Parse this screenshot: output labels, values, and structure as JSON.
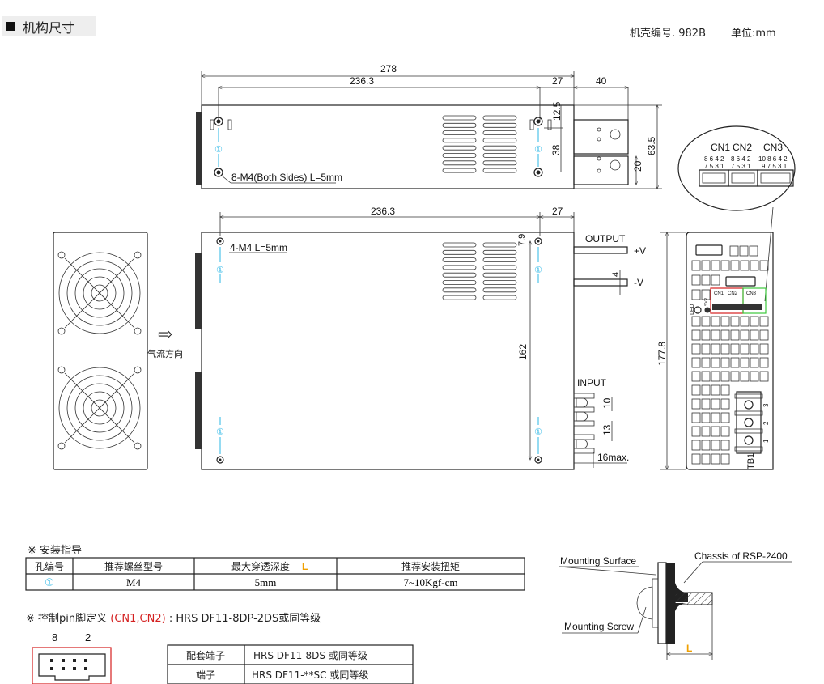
{
  "header": {
    "title": "机构尺寸",
    "case_no": "机壳编号. 982B",
    "unit": "单位:mm"
  },
  "top_view": {
    "dim_total": "278",
    "dim_holes": "236.3",
    "dim_end": "27",
    "dim_terminal": "40",
    "dim_height": "63.5",
    "dim_hole_top": "12.5",
    "dim_hole_spacing": "38",
    "dim_terminal_height": "20",
    "screw_note": "8-M4(Both Sides) L=5mm",
    "hole_marker": "①"
  },
  "fan_view": {
    "airflow_label": "气流方向",
    "arrow_icon": "⇨"
  },
  "main_view": {
    "dim_holes": "236.3",
    "dim_end": "27",
    "dim_top": "7.9",
    "dim_vertical": "162",
    "screw_note": "4-M4 L=5mm",
    "output_label": "OUTPUT",
    "plus_v": "+V",
    "minus_v": "-V",
    "dim_output": "4",
    "input_label": "INPUT",
    "dim_input_1": "10",
    "dim_input_2": "13",
    "dim_input_depth": "16max.",
    "hole_marker": "①"
  },
  "end_view": {
    "dim_height": "177.8",
    "led_label": "LED",
    "svr_label": "SVR",
    "tb_label": "TB1",
    "tb_pins": [
      "3",
      "2",
      "1"
    ],
    "cn_labels": [
      "CN1",
      "CN2",
      "CN3"
    ]
  },
  "callout": {
    "connectors": [
      {
        "name": "CN1",
        "top": "8 6 4 2",
        "bottom": "7 5 3 1"
      },
      {
        "name": "CN2",
        "top": "8 6 4 2",
        "bottom": "7 5 3 1"
      },
      {
        "name": "CN3",
        "top": "10 8 6 4 2",
        "bottom": "9 7 5 3 1"
      }
    ]
  },
  "install_guide": {
    "title": "※ 安装指导",
    "headers": [
      "孔编号",
      "推荐螺丝型号",
      "最大穿透深度",
      "推荐安装扭矩"
    ],
    "depth_suffix": "L",
    "row": [
      "①",
      "M4",
      "5mm",
      "7~10Kgf-cm"
    ]
  },
  "pin_def": {
    "prefix": "※ 控制pin脚定义 ",
    "highlight": "(CN1,CN2)",
    "suffix": " : HRS DF11-8DP-2DS或同等级",
    "pin_left": "8",
    "pin_right": "2",
    "table": [
      [
        "配套端子",
        "HRS DF11-8DS 或同等级"
      ],
      [
        "端子",
        "HRS DF11-**SC 或同等级"
      ]
    ]
  },
  "mounting": {
    "surface": "Mounting Surface",
    "chassis": "Chassis of RSP-2400",
    "screw": "Mounting Screw",
    "length": "L"
  },
  "colors": {
    "accent_red": "#d42020",
    "accent_green": "#3cc83c",
    "accent_cyan": "#2bb7e6",
    "accent_orange": "#f0a000"
  }
}
